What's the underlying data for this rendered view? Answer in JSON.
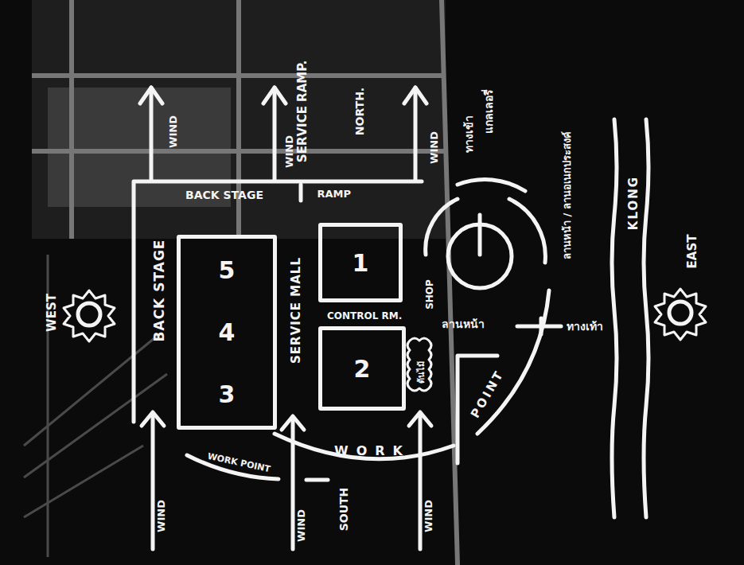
{
  "diagram": {
    "nodes": [
      {
        "text": [
          "5",
          "4",
          "3"
        ]
      },
      {
        "text": [
          "1"
        ]
      },
      {
        "text": [
          "2"
        ]
      }
    ],
    "labels": [
      "WIND",
      "WIND",
      "SERVICE RAMP.",
      "NORTH.",
      "WIND",
      "ทางเข้า",
      "แกลเลอรี่",
      "ลานหน้า / ลานอเนกประสงค์",
      "KLONG",
      "BACK STAGE",
      "RAMP",
      "BACK STAGE",
      "SERVICE MALL",
      "SHOP",
      "CONTROL RM.",
      "ลานหน้า",
      "ทางเท้า",
      "ต้นไม้",
      "POINT",
      "WORK",
      "WORK POINT",
      "WIND",
      "WIND",
      "SOUTH",
      "WIND",
      "WEST",
      "EAST"
    ]
  }
}
